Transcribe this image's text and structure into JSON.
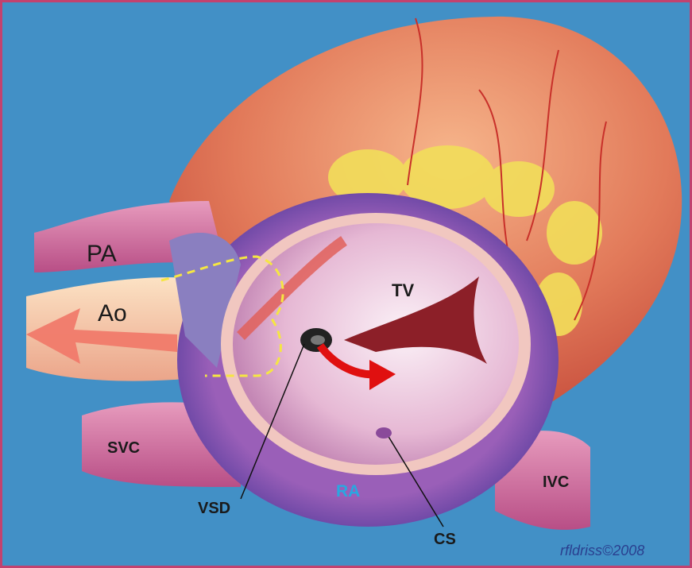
{
  "title": "Heart illustration: right atrial view with VSD",
  "labels": {
    "pa": "PA",
    "ao": "Ao",
    "tv": "TV",
    "svc": "SVC",
    "ra": "RA",
    "ivc": "IVC",
    "vsd": "VSD",
    "cs": "CS"
  },
  "signature": "rfldriss©2008",
  "colors": {
    "background": "#4290c6",
    "border": "#c2426f",
    "ra_label": "#2aa7e0",
    "signature": "#2a3f8f",
    "flow_arrow_red": "#e01010",
    "outflow_arrow": "#f07a6a",
    "dashed_outline": "#f5e642"
  }
}
